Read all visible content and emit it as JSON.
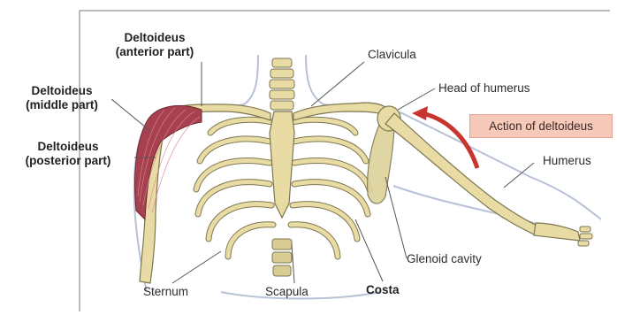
{
  "labels": {
    "deltoid_anterior_1": "Deltoideus",
    "deltoid_anterior_2": "(anterior part)",
    "deltoid_middle_1": "Deltoideus",
    "deltoid_middle_2": "(middle part)",
    "deltoid_posterior_1": "Deltoideus",
    "deltoid_posterior_2": "(posterior part)",
    "clavicula": "Clavicula",
    "head_of_humerus": "Head of humerus",
    "action": "Action of deltoideus",
    "humerus": "Humerus",
    "glenoid_cavity": "Glenoid cavity",
    "sternum": "Sternum",
    "scapula": "Scapula",
    "costa": "Costa"
  },
  "colors": {
    "bone": "#e8dca4",
    "bone_outline": "#7d7651",
    "muscle": "#a8414f",
    "arrow": "#c8352f",
    "skin_outline": "#b7c2d6",
    "action_box": "#f6c9b8"
  }
}
